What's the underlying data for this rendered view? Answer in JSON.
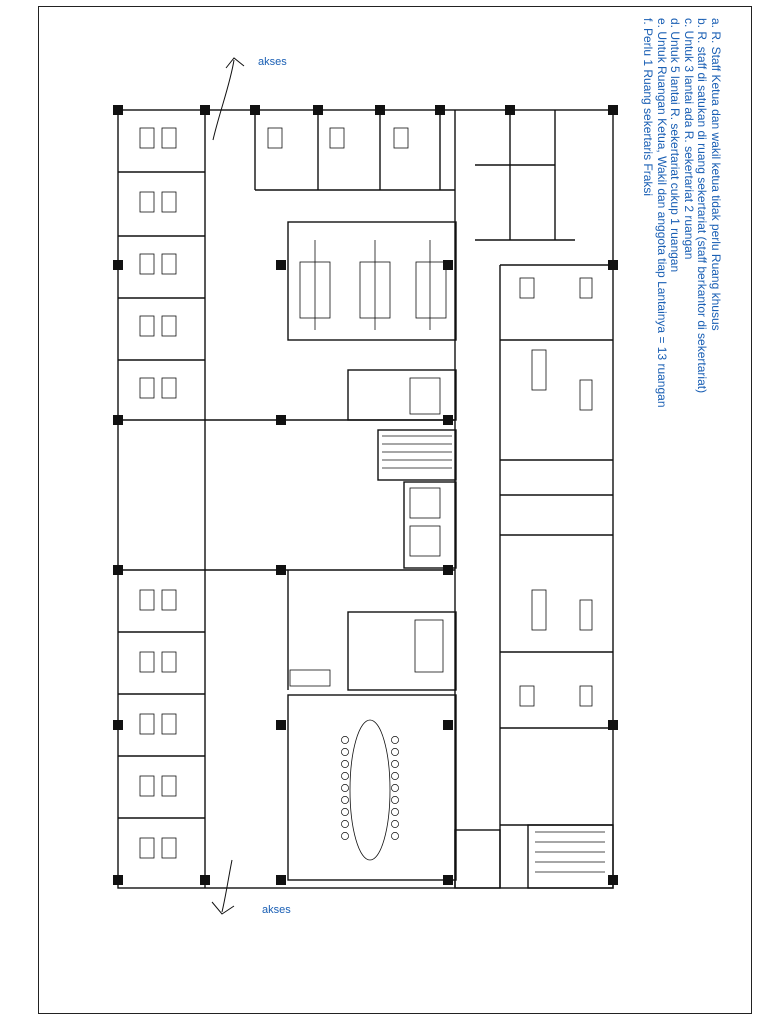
{
  "notes": [
    "a. R. Staff Ketua dan wakil ketua tidak perlu Ruang khusus",
    "b. R. staff di satukan di ruang sekertariat (staff berkantor di sekertariat)",
    "c. Untuk 3 lantai ada R. sekertariat 2 ruangan",
    "d. Untuk 5 lantai R. sekertariat cukup 1 ruangan",
    "e. Untuk Ruangan Ketua, Wakil dan anggota tiap Lantainya = 13 ruangan",
    "f. Perlu 1 Ruang sekertaris Fraksi"
  ],
  "access": {
    "top": "akses",
    "bottom": "akses"
  },
  "colors": {
    "annotation": "#1a5fb4",
    "line": "#111111"
  }
}
